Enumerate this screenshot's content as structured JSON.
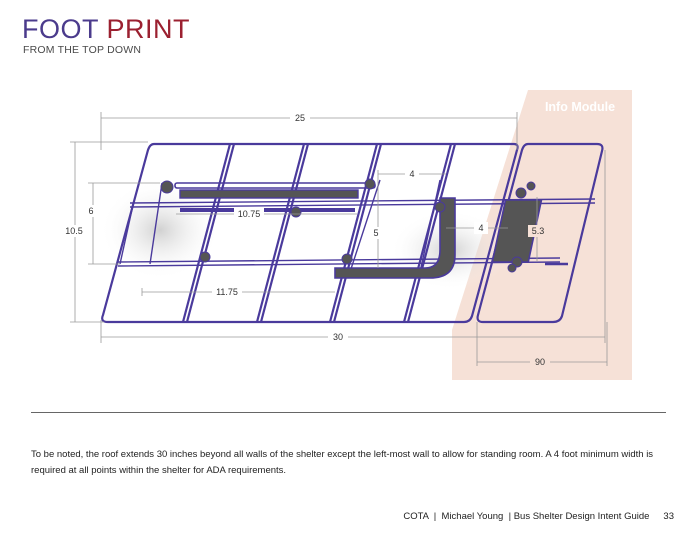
{
  "page": {
    "title_part1": "FOOT",
    "title_part2": "PRINT",
    "subtitle": "FROM THE TOP DOWN"
  },
  "diagram": {
    "info_module_label": "Info Module",
    "dimensions": {
      "overall_width": "25",
      "total_length": "30",
      "overall_depth": "10.5",
      "inner_depth": "6",
      "bench_length": "10.75",
      "bench_offset": "11.75",
      "aisle_width": "4",
      "seat_depth": "5",
      "aisle_clearance": "4",
      "module_depth": "5.3",
      "module_overhang": "90"
    }
  },
  "note": "To be noted, the roof extends 30 inches beyond all walls of the shelter except the left-most wall to allow for standing room. A 4 foot minimum width is required at all points within the shelter for ADA requirements.",
  "footer": {
    "credit": "COTA  |  Michael Young  | Bus Shelter Design Intent Guide",
    "page_number": "33"
  },
  "colors": {
    "title_primary": "#4b3b8c",
    "title_accent": "#9b2030",
    "structure": "#4a3a9c",
    "info_module_bg": "#f6e1d7"
  }
}
